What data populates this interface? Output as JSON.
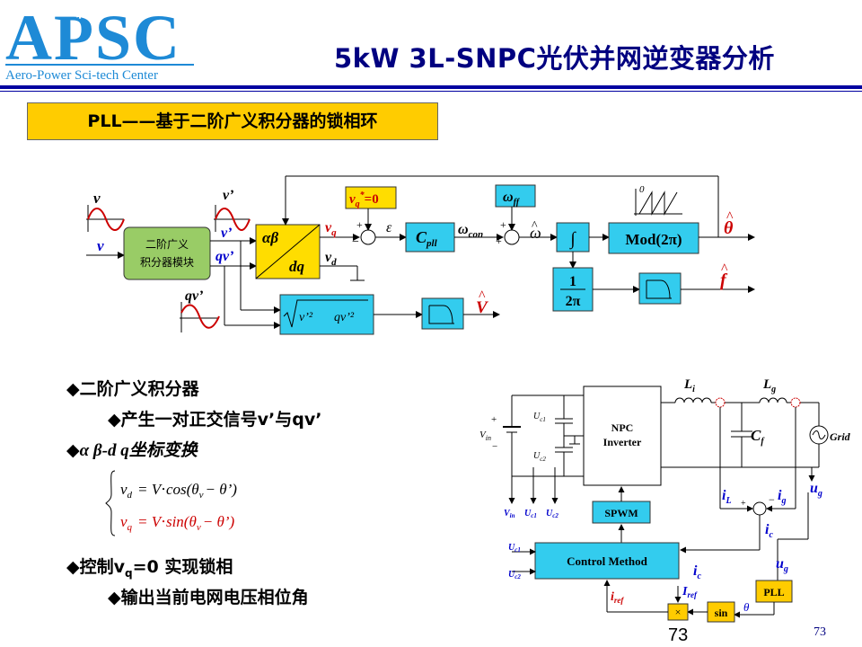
{
  "header": {
    "logo_text": "APSC",
    "logo_subtitle": "Aero-Power Sci-tech Center",
    "title": "5kW 3L-SNPC光伏并网逆变器分析"
  },
  "section_label": "PLL——基于二阶广义积分器的锁相环",
  "pll_diagram": {
    "input_v": "v",
    "sogi_block": [
      "二阶广义",
      "积分器模块"
    ],
    "sig_v_prime": "v’",
    "sig_qv_prime": "qv’",
    "transform_top": "αβ",
    "transform_bottom": "dq",
    "vq": "v",
    "vq_sub": "q",
    "vd": "v",
    "vd_sub": "d",
    "vq_ref": "v",
    "vq_ref_rest": "=0",
    "epsilon": "ε",
    "cpll": "C",
    "cpll_sub": "pll",
    "omega_con": "ω",
    "omega_con_sub": "con",
    "omega_ff": "ω",
    "omega_ff_sub": "ff",
    "omega_hat": "ω",
    "integrator": "∫",
    "mod_block": "Mod(2π)",
    "theta_hat": "θ",
    "gain_num": "1",
    "gain_den": "2π",
    "f_hat": "f",
    "v_hat": "V",
    "ramp_label": "0",
    "magnitude_terms": [
      "v’²",
      "qv’²"
    ]
  },
  "bullets": {
    "b1": "二阶广义积分器",
    "b1_sub": "产生一对正交信号v’与qv’",
    "b2": "α β-d q坐标变换",
    "eq1": "v",
    "eq1_sub": "d",
    "eq1_rhs": "= V⋅cos(θ",
    "eq1_v": "v",
    "eq1_end": "− θ’)",
    "eq2": "v",
    "eq2_sub": "q",
    "eq2_rhs": "= V⋅sin(θ",
    "eq2_v": "v",
    "eq2_end": "− θ’)",
    "b3_pre": "控制v",
    "b3_sub": "q",
    "b3_post": "=0    实现锁相",
    "b3_sub2": "输出当前电网电压相位角"
  },
  "circuit": {
    "npc_label": [
      "NPC",
      "Inverter"
    ],
    "li": "L",
    "li_sub": "i",
    "lg": "L",
    "lg_sub": "g",
    "cf": "C",
    "cf_sub": "f",
    "grid": "Grid",
    "vin": "V",
    "vin_sub": "in",
    "uc1": "U",
    "uc1_sub": "c1",
    "uc2": "U",
    "uc2_sub": "c2",
    "il": "i",
    "il_sub": "L",
    "ig": "i",
    "ig_sub": "g",
    "ic": "i",
    "ic_sub": "c",
    "ug": "u",
    "ug_sub": "g",
    "spwm": "SPWM",
    "control": "Control Method",
    "pll": "PLL",
    "sin": "sin",
    "mult": "×",
    "iref": "i",
    "iref_sub": "ref",
    "Iref": "I",
    "Iref_sub": "ref",
    "theta": "θ",
    "bottom_labels": [
      "V",
      "U",
      "U"
    ],
    "bottom_subs": [
      "in",
      "c1",
      "c2"
    ]
  },
  "page_numbers": {
    "center": "73",
    "right": "73"
  },
  "colors": {
    "title": "#000080",
    "accent_red": "#cc0000",
    "block_green": "#99cc66",
    "block_cyan": "#33ccee",
    "block_yellow": "#ffcc00"
  }
}
